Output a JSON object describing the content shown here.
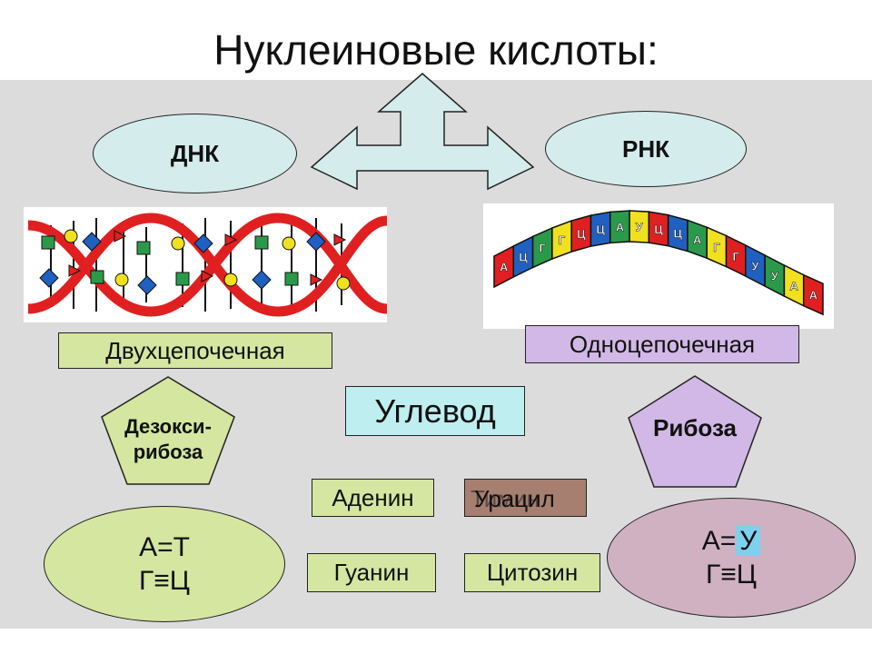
{
  "title": "Нуклеиновые кислоты:",
  "dna": {
    "label": "ДНК",
    "strand": "Двухцепочечная",
    "sugar_line1": "Дезокси-",
    "sugar_line2": "рибоза",
    "pair1": "А=Т",
    "pair2": "Г≡Ц"
  },
  "rna": {
    "label": "РНК",
    "strand": "Одноцепочечная",
    "sugar": "Рибоза",
    "pair1_prefix": "А=",
    "pair1_highlight": "У",
    "pair2": "Г≡Ц",
    "strip_letters": [
      "А",
      "Ц",
      "Г",
      "Г",
      "Ц",
      "Ц",
      "А",
      "У",
      "Ц",
      "Ц",
      "А",
      "Г",
      "Г",
      "У",
      "У",
      "А",
      "А"
    ]
  },
  "center": {
    "carb": "Углевод",
    "adenine": "Аденин",
    "uracil": "Урацил",
    "uracil_overlap": "Тимин",
    "guanine": "Гуанин",
    "cytosine": "Цитозин"
  },
  "colors": {
    "panel": "#dcdcdc",
    "oval_blue": "#d4ecec",
    "green_box": "#d4e6a0",
    "purple": "#d2b8e6",
    "brown": "#a67f70",
    "pink_oval": "#cfb1c2",
    "cyan_box": "#bfeef0",
    "helix_red": "#e02020",
    "highlight_blue": "#7fd0ec"
  }
}
